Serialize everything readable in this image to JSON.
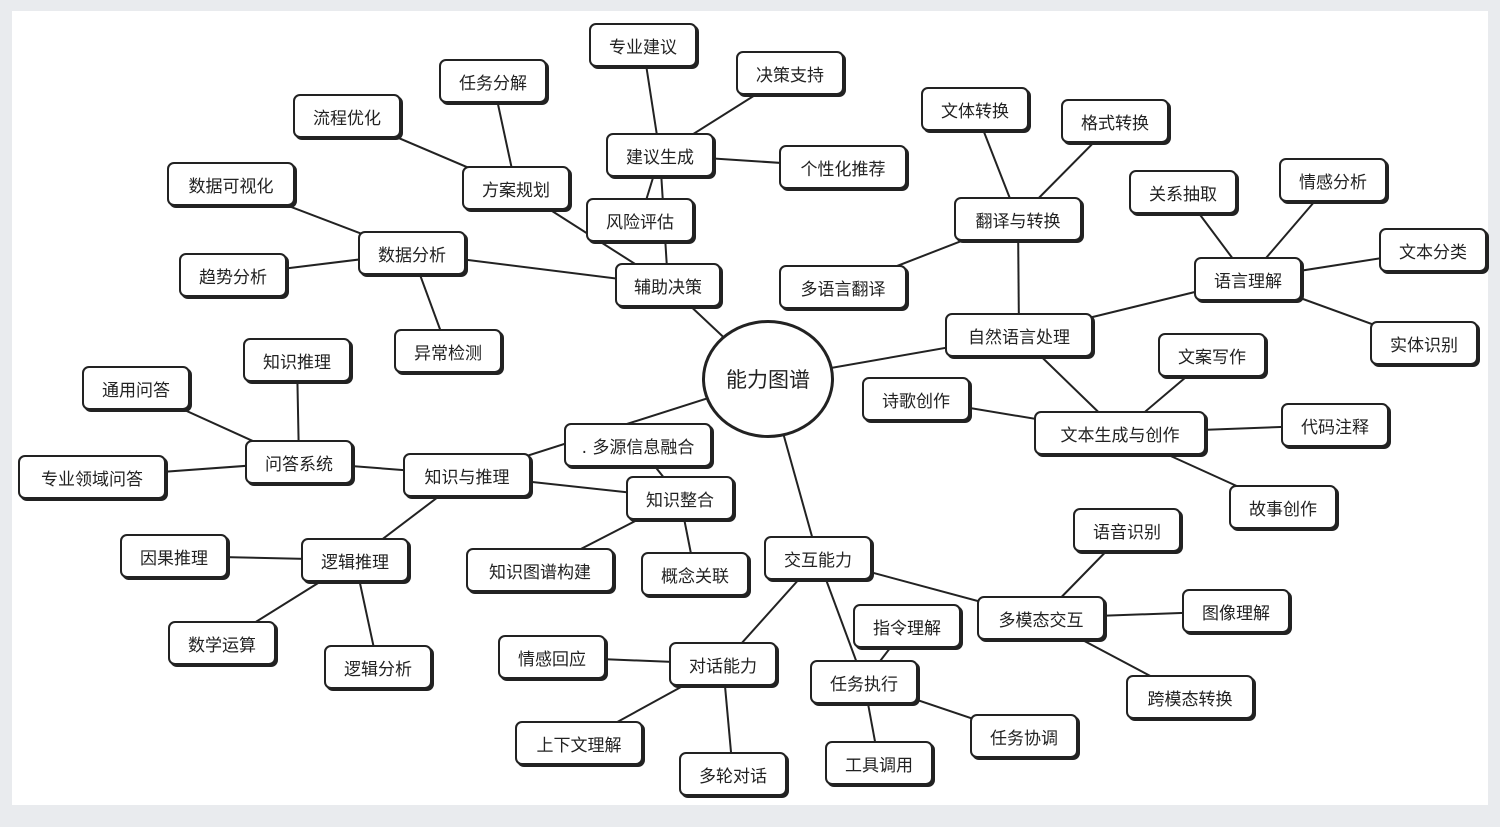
{
  "diagram": {
    "center": "能力图谱",
    "nodes": {
      "n_aux": "辅助决策",
      "n_plan": "方案规划",
      "n_tasksplit": "任务分解",
      "n_flow": "流程优化",
      "n_sugg": "建议生成",
      "n_expert": "专业建议",
      "n_decsup": "决策支持",
      "n_personal": "个性化推荐",
      "n_risk": "风险评估",
      "n_data": "数据分析",
      "n_viz": "数据可视化",
      "n_trend": "趋势分析",
      "n_anomaly": "异常检测",
      "n_nlp": "自然语言处理",
      "n_trans": "翻译与转换",
      "n_txtconv": "文体转换",
      "n_fmtconv": "格式转换",
      "n_multilang": "多语言翻译",
      "n_lu": "语言理解",
      "n_relext": "关系抽取",
      "n_sentiment": "情感分析",
      "n_txtcls": "文本分类",
      "n_ner": "实体识别",
      "n_gen": "文本生成与创作",
      "n_copy": "文案写作",
      "n_poem": "诗歌创作",
      "n_codecmt": "代码注释",
      "n_story": "故事创作",
      "n_kr": "知识与推理",
      "n_qa": "问答系统",
      "n_kinfer": "知识推理",
      "n_genqa": "通用问答",
      "n_domainqa": "专业领域问答",
      "n_logic": "逻辑推理",
      "n_causal": "因果推理",
      "n_math": "数学运算",
      "n_logana": "逻辑分析",
      "n_kint": "知识整合",
      "n_multisrc": ". 多源信息融合",
      "n_kgbuild": "知识图谱构建",
      "n_concept": "概念关联",
      "n_inter": "交互能力",
      "n_dialog": "对话能力",
      "n_emo": "情感回应",
      "n_ctx": "上下文理解",
      "n_multiturn": "多轮对话",
      "n_taskexec": "任务执行",
      "n_instr": "指令理解",
      "n_tool": "工具调用",
      "n_coord": "任务协调",
      "n_mm": "多模态交互",
      "n_speech": "语音识别",
      "n_image": "图像理解",
      "n_cross": "跨模态转换"
    },
    "edges": [
      [
        "center",
        "n_aux"
      ],
      [
        "n_aux",
        "n_plan"
      ],
      [
        "n_plan",
        "n_tasksplit"
      ],
      [
        "n_plan",
        "n_flow"
      ],
      [
        "n_aux",
        "n_sugg"
      ],
      [
        "n_sugg",
        "n_expert"
      ],
      [
        "n_sugg",
        "n_decsup"
      ],
      [
        "n_sugg",
        "n_personal"
      ],
      [
        "n_sugg",
        "n_risk"
      ],
      [
        "n_aux",
        "n_data"
      ],
      [
        "n_data",
        "n_viz"
      ],
      [
        "n_data",
        "n_trend"
      ],
      [
        "n_data",
        "n_anomaly"
      ],
      [
        "center",
        "n_nlp"
      ],
      [
        "n_nlp",
        "n_trans"
      ],
      [
        "n_trans",
        "n_txtconv"
      ],
      [
        "n_trans",
        "n_fmtconv"
      ],
      [
        "n_trans",
        "n_multilang"
      ],
      [
        "n_nlp",
        "n_lu"
      ],
      [
        "n_lu",
        "n_relext"
      ],
      [
        "n_lu",
        "n_sentiment"
      ],
      [
        "n_lu",
        "n_txtcls"
      ],
      [
        "n_lu",
        "n_ner"
      ],
      [
        "n_nlp",
        "n_gen"
      ],
      [
        "n_gen",
        "n_copy"
      ],
      [
        "n_gen",
        "n_poem"
      ],
      [
        "n_gen",
        "n_codecmt"
      ],
      [
        "n_gen",
        "n_story"
      ],
      [
        "center",
        "n_kr"
      ],
      [
        "n_kr",
        "n_qa"
      ],
      [
        "n_qa",
        "n_kinfer"
      ],
      [
        "n_qa",
        "n_genqa"
      ],
      [
        "n_qa",
        "n_domainqa"
      ],
      [
        "n_kr",
        "n_logic"
      ],
      [
        "n_logic",
        "n_causal"
      ],
      [
        "n_logic",
        "n_math"
      ],
      [
        "n_logic",
        "n_logana"
      ],
      [
        "n_kr",
        "n_kint"
      ],
      [
        "n_kint",
        "n_multisrc"
      ],
      [
        "n_kint",
        "n_kgbuild"
      ],
      [
        "n_kint",
        "n_concept"
      ],
      [
        "center",
        "n_inter"
      ],
      [
        "n_inter",
        "n_dialog"
      ],
      [
        "n_dialog",
        "n_emo"
      ],
      [
        "n_dialog",
        "n_ctx"
      ],
      [
        "n_dialog",
        "n_multiturn"
      ],
      [
        "n_inter",
        "n_taskexec"
      ],
      [
        "n_taskexec",
        "n_instr"
      ],
      [
        "n_taskexec",
        "n_tool"
      ],
      [
        "n_taskexec",
        "n_coord"
      ],
      [
        "n_inter",
        "n_mm"
      ],
      [
        "n_mm",
        "n_speech"
      ],
      [
        "n_mm",
        "n_image"
      ],
      [
        "n_mm",
        "n_cross"
      ]
    ]
  }
}
